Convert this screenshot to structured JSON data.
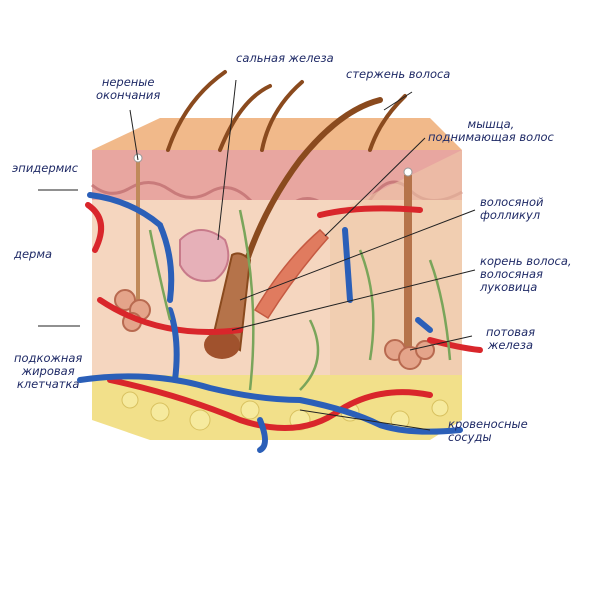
{
  "labels": {
    "sebaceous_gland": "сальная железа",
    "hair_shaft": "стержень волоса",
    "nerve_endings_1": "нереные",
    "nerve_endings_2": "окончания",
    "arrector_muscle_1": "мышца,",
    "arrector_muscle_2": "поднимающая волос",
    "epidermis": "эпидермис",
    "hair_follicle_1": "волосяной",
    "hair_follicle_2": "фолликул",
    "dermis": "дерма",
    "hair_root_1": "корень волоса,",
    "hair_root_2": "волосяная",
    "hair_root_3": "луковица",
    "sweat_gland_1": "потовая",
    "sweat_gland_2": "железа",
    "subcutaneous_1": "подкожная",
    "subcutaneous_2": "жировая",
    "subcutaneous_3": "клетчатка",
    "blood_vessels_1": "кровеносные",
    "blood_vessels_2": "сосуды"
  },
  "colors": {
    "label_text": "#1f2a66",
    "epidermis": "#e8a6a0",
    "dermis": "#f5d6bf",
    "fat": "#f2e08a",
    "artery": "#d9262b",
    "vein": "#2b5fb8",
    "nerve": "#7aa55a",
    "hair": "#8a4a1e"
  }
}
